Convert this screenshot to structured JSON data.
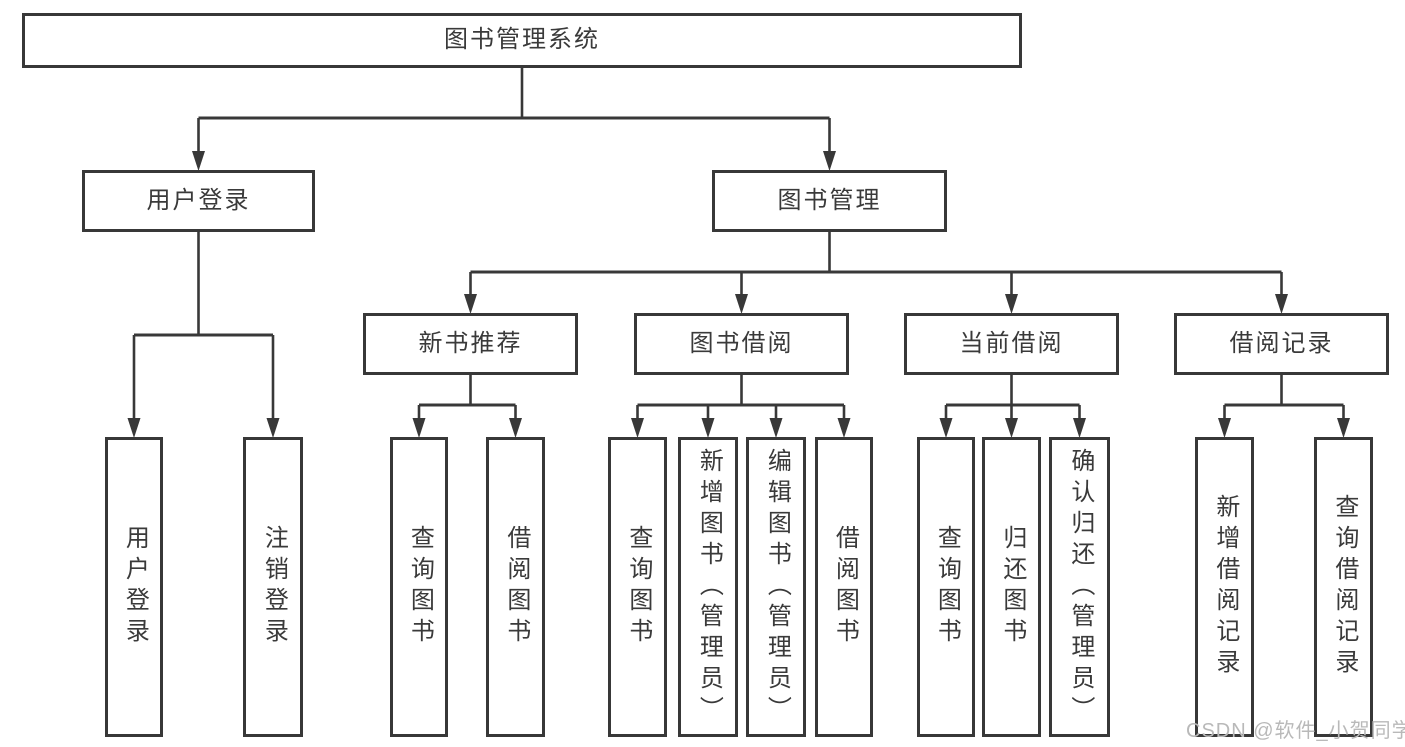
{
  "diagram": {
    "title": "图书管理系统",
    "type": "hierarchy-structure-chart",
    "nodes": {
      "root": {
        "label": "图书管理系统"
      },
      "user_login": {
        "label": "用户登录"
      },
      "book_mgmt": {
        "label": "图书管理"
      },
      "login_user": {
        "label": "用户登录"
      },
      "logout": {
        "label": "注销登录"
      },
      "new_rec": {
        "label": "新书推荐"
      },
      "book_borrow": {
        "label": "图书借阅"
      },
      "cur_borrow": {
        "label": "当前借阅"
      },
      "borrow_record": {
        "label": "借阅记录"
      },
      "rec_query": {
        "label": "查询图书"
      },
      "rec_borrow": {
        "label": "借阅图书"
      },
      "bb_query": {
        "label": "查询图书"
      },
      "bb_add": {
        "label": "新增图书（管理员）"
      },
      "bb_edit": {
        "label": "编辑图书（管理员）"
      },
      "bb_borrow": {
        "label": "借阅图书"
      },
      "cb_query": {
        "label": "查询图书"
      },
      "cb_return": {
        "label": "归还图书"
      },
      "cb_confirm": {
        "label": "确认归还（管理员）"
      },
      "br_add": {
        "label": "新增借阅记录"
      },
      "br_query": {
        "label": "查询借阅记录"
      }
    },
    "edges": [
      {
        "from": "root",
        "to": [
          "user_login",
          "book_mgmt"
        ]
      },
      {
        "from": "user_login",
        "to": [
          "login_user",
          "logout"
        ]
      },
      {
        "from": "book_mgmt",
        "to": [
          "new_rec",
          "book_borrow",
          "cur_borrow",
          "borrow_record"
        ]
      },
      {
        "from": "new_rec",
        "to": [
          "rec_query",
          "rec_borrow"
        ]
      },
      {
        "from": "book_borrow",
        "to": [
          "bb_query",
          "bb_add",
          "bb_edit",
          "bb_borrow"
        ]
      },
      {
        "from": "cur_borrow",
        "to": [
          "cb_query",
          "cb_return",
          "cb_confirm"
        ]
      },
      {
        "from": "borrow_record",
        "to": [
          "br_add",
          "br_query"
        ]
      }
    ]
  },
  "watermark": {
    "text": "CSDN @软件_小贺同学"
  },
  "colors": {
    "line": "#383838",
    "box_fill": "#ffffff",
    "text": "#3a3a3a",
    "watermark": "#b9b9b9",
    "background": "#ffffff"
  }
}
